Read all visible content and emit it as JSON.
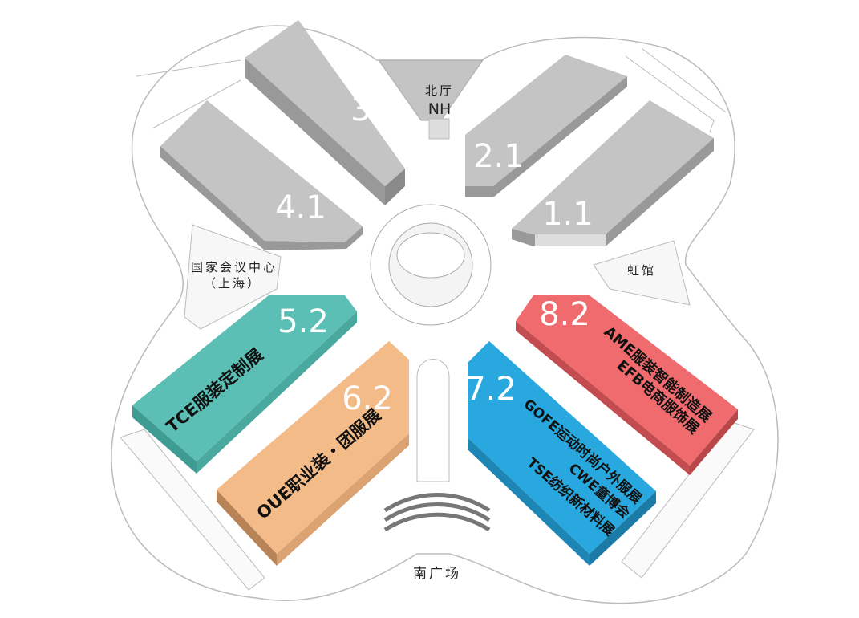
{
  "title": "展馆平面图",
  "landmarks": {
    "north_hall_cn": "北厅",
    "north_hall_en": "NH",
    "convention_center_line1": "国家会议中心",
    "convention_center_line2": "（上海）",
    "hongqiao": "虹馆",
    "south_plaza": "南广场"
  },
  "halls": [
    {
      "id": "3",
      "color": "#c4c4c4"
    },
    {
      "id": "4.1",
      "color": "#c4c4c4"
    },
    {
      "id": "2.1",
      "color": "#c4c4c4"
    },
    {
      "id": "1.1",
      "color": "#c4c4c4"
    },
    {
      "id": "5.2",
      "color": "#5bbfb5",
      "lines": [
        "TCE服装定制展"
      ]
    },
    {
      "id": "6.2",
      "color": "#f3bb88",
      "lines": [
        "OUE职业装・团服展"
      ]
    },
    {
      "id": "7.2",
      "color": "#28a8de",
      "lines": [
        "GOFE运动时尚户外服展",
        "CWE童博会",
        "TSE纺织新材料展"
      ]
    },
    {
      "id": "8.2",
      "color": "#ef6b6e",
      "lines": [
        "AME服装智能制造展",
        "EFB电商服饰展"
      ]
    }
  ]
}
